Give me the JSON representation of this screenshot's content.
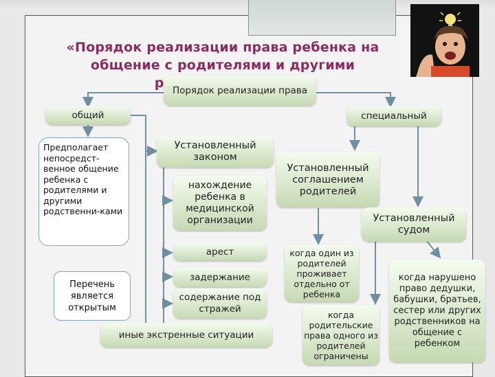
{
  "title": "«Порядок реализации права ребенка на общение с родителями и другими родственниками»",
  "colors": {
    "title": "#8a2c5d",
    "box_top": "#f4fbef",
    "box_bottom": "#c6d9b3",
    "arrow": "#6f8fa0"
  },
  "nodes": {
    "root": "Порядок реализации права",
    "general": "общий",
    "special": "специальный",
    "general_desc": "Предполагает непосредст-венное общение ребенка с родителями и другими родственни-ками",
    "open_list": "Перечень является открытым",
    "by_law": "Установленный законом",
    "medical": "нахождение ребенка в медицинской организации",
    "arrest": "арест",
    "detention": "задержание",
    "custody": "содержание под стражей",
    "emergency": "иные экстренные ситуации",
    "by_agreement": "Установленный соглашением родителей",
    "by_court": "Установленный судом",
    "separate_parent": "когда один из родителей проживает отдельно от ребенка",
    "limited_rights": "когда родительские права одного из родителей ограничены",
    "relatives_violated": "когда нарушено право дедушки, бабушки, братьев, сестер или других родственников на общение с ребенком"
  }
}
